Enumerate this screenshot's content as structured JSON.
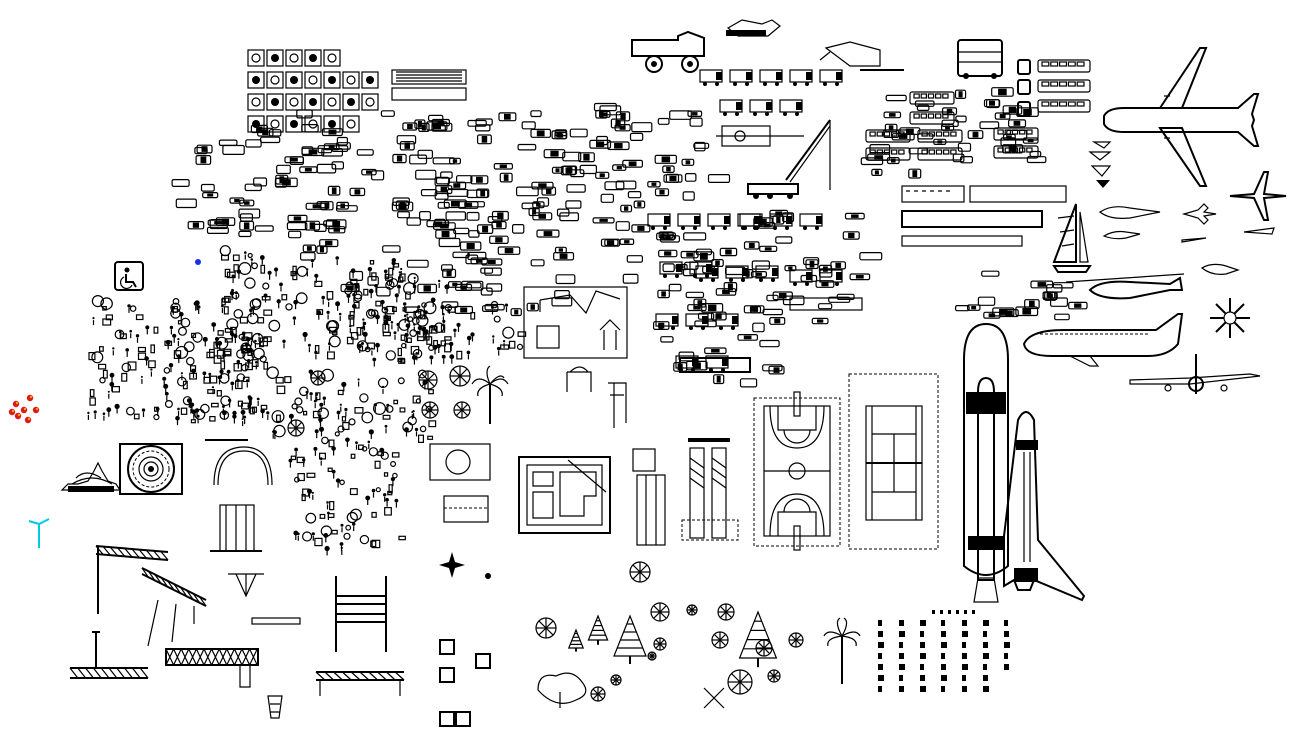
{
  "sheet": {
    "background": "#ffffff",
    "stroke_color": "#000000",
    "accent_colors": {
      "lamp": "#00c8e6",
      "flowers": "#e01818",
      "flower_centers": "#f2a010",
      "dot": "#1a2cff"
    }
  },
  "blocks": [
    {
      "name": "sign-block-grid",
      "icon": "signage-icons"
    },
    {
      "name": "parking-sign-block",
      "icon": "parking-icon"
    },
    {
      "name": "car-block-grid",
      "icon": "car-icons"
    },
    {
      "name": "people-block-grid",
      "icon": "people-icons"
    },
    {
      "name": "flower-block",
      "icon": "flower-icons"
    },
    {
      "name": "street-lamp-block",
      "icon": "lamp-icon"
    },
    {
      "name": "fountain-block",
      "icon": "fountain-icon"
    },
    {
      "name": "crane-truss-blocks",
      "icon": "truss-icons"
    },
    {
      "name": "truck-block-grid",
      "icon": "truck-icons"
    },
    {
      "name": "mobile-crane-block",
      "icon": "crane-icon"
    },
    {
      "name": "bus-block-grid",
      "icon": "bus-icons"
    },
    {
      "name": "train-block",
      "icon": "train-icon"
    },
    {
      "name": "airliner-block",
      "icon": "airplane-icon"
    },
    {
      "name": "fighter-jet-block",
      "icon": "jet-icon"
    },
    {
      "name": "sailboat-block",
      "icon": "sailboat-icon"
    },
    {
      "name": "helicopter-block",
      "icon": "helicopter-icon"
    },
    {
      "name": "jumbo-jet-block",
      "icon": "jumbo-jet-icon"
    },
    {
      "name": "space-shuttle-block",
      "icon": "space-shuttle-icon"
    },
    {
      "name": "basketball-court-block",
      "icon": "basketball-court-icon"
    },
    {
      "name": "tennis-court-block",
      "icon": "tennis-court-icon"
    },
    {
      "name": "playground-detail-block",
      "icon": "playground-icon"
    },
    {
      "name": "site-plan-block",
      "icon": "floor-plan-icon"
    },
    {
      "name": "tree-block-grid",
      "icon": "tree-icons"
    },
    {
      "name": "palm-tree-block",
      "icon": "palm-icon"
    },
    {
      "name": "symbol-legend-block",
      "icon": "legend-icons"
    }
  ]
}
